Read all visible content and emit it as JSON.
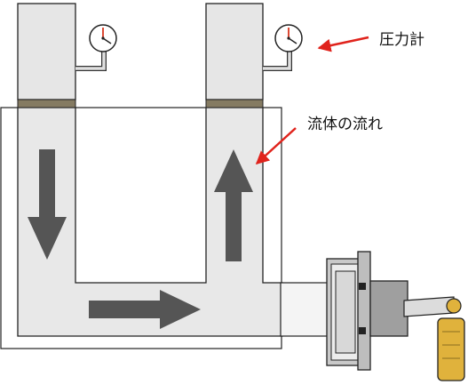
{
  "labels": {
    "pressure_gauge": "圧力計",
    "fluid_flow": "流体の流れ"
  },
  "colors": {
    "pipe_fill": "#e8e8e8",
    "tank": "#e6e6e6",
    "band": "#857b62",
    "flow_arrow": "#555555",
    "callout_arrow": "#e0231c",
    "gauge_needle": "#d9361e",
    "handle_grip": "#e0b23c"
  },
  "icons": {
    "gauge": "pressure-gauge-dial",
    "flow_direction": [
      "down",
      "right",
      "up"
    ],
    "pump": "hand-crank-pump"
  }
}
